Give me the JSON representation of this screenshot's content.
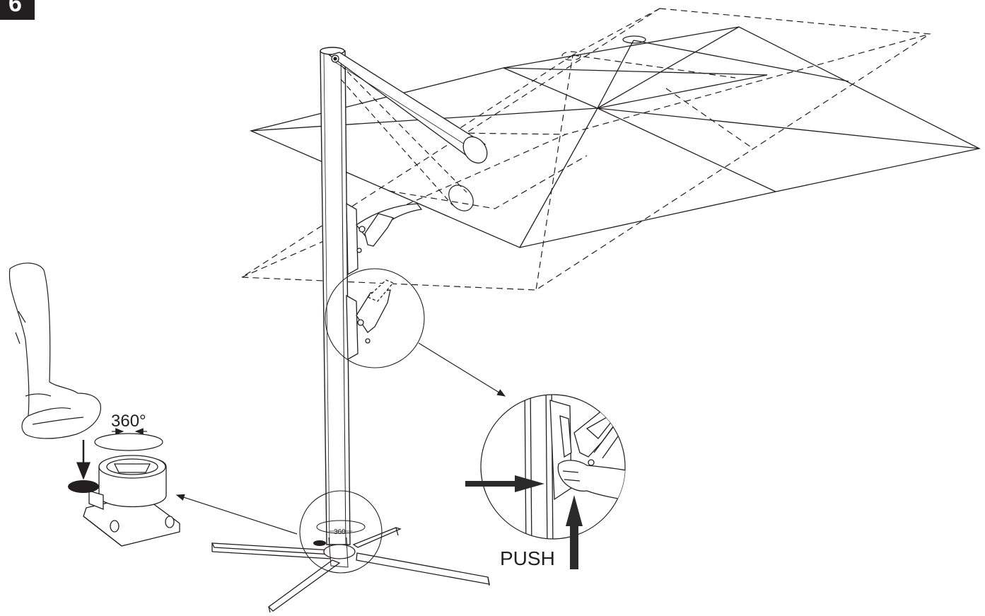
{
  "step": {
    "number": "6"
  },
  "labels": {
    "rotation_large": "360°",
    "rotation_small": "360",
    "push": "PUSH"
  },
  "colors": {
    "line": "#231f20",
    "arrow": "#2b2b2b",
    "badge": "#231f20"
  }
}
